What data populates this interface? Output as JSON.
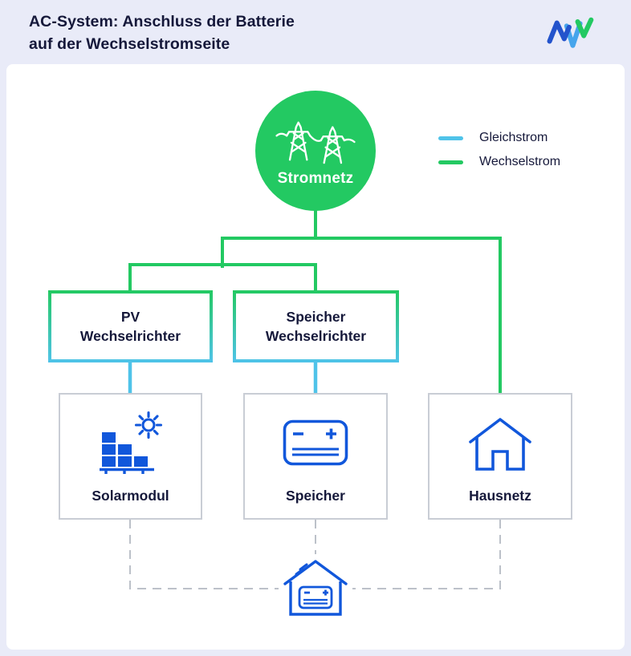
{
  "header": {
    "title_line1": "AC-System: Anschluss der Batterie",
    "title_line2": "auf der Wechselstromseite"
  },
  "logo": {
    "name": "MVV"
  },
  "legend": {
    "items": [
      {
        "label": "Gleichstrom",
        "color": "#4FC3E9"
      },
      {
        "label": "Wechselstrom",
        "color": "#23C962"
      }
    ]
  },
  "diagram": {
    "grid": {
      "label": "Stromnetz"
    },
    "inverters": [
      {
        "line1": "PV",
        "line2": "Wechselrichter"
      },
      {
        "line1": "Speicher",
        "line2": "Wechselrichter"
      }
    ],
    "devices": [
      {
        "label": "Solarmodul",
        "icon": "solar-panel-sun-icon"
      },
      {
        "label": "Speicher",
        "icon": "battery-icon"
      },
      {
        "label": "Hausnetz",
        "icon": "house-icon"
      }
    ],
    "bottom_icon": "house-with-battery-icon",
    "grid_icon": "power-pylons-icon"
  },
  "colors": {
    "ac_green": "#23C962",
    "dc_cyan": "#4FC3E9",
    "icon_blue": "#1157DB",
    "text_navy": "#15183A",
    "background_lavender": "#E9EBF8",
    "box_border_gray": "#C9CDD5",
    "dashed_gray": "#BCC1C9",
    "logo_blue": "#2353CC",
    "logo_lightblue": "#46A5EC"
  }
}
